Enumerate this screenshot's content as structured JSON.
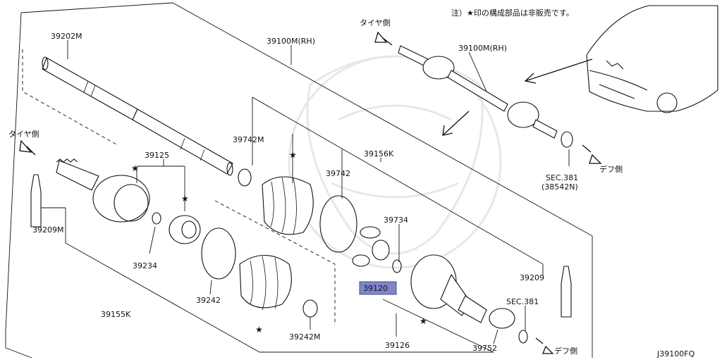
{
  "note": "注）★印の構成部品は非販売です。",
  "drawing_code": "J39100FQ",
  "star_symbol": "★",
  "direction_labels": {
    "tire_side": "タイヤ側",
    "diff_side": "デフ側"
  },
  "parts": {
    "p39202M": "39202M",
    "p39100M_RH": "39100M(RH)",
    "p39742M": "39742M",
    "p39742": "39742",
    "p39156K": "39156K",
    "p39125": "39125",
    "p39209M": "39209M",
    "p39734": "39734",
    "p39234": "39234",
    "p39120": "39120",
    "p39209": "39209",
    "p39155K": "39155K",
    "p39242": "39242",
    "p39242M": "39242M",
    "p39126": "39126",
    "p39752": "39752",
    "sec381": "SEC.381",
    "sec381_sub": "(38542N)"
  }
}
